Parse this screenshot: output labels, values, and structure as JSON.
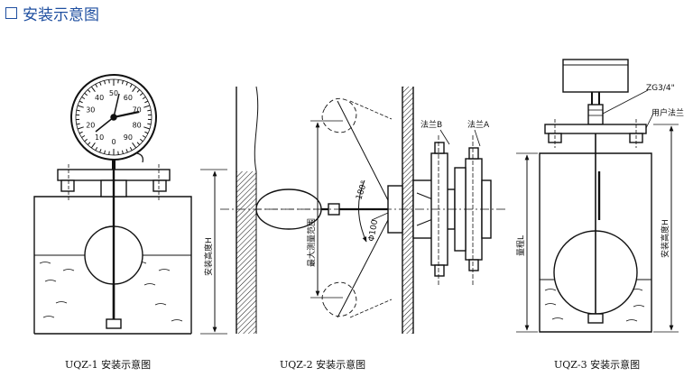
{
  "header": {
    "title": "安装示意图"
  },
  "figure1": {
    "caption": "UQZ-1 安装示意图",
    "height_label": "安装高度H",
    "dial_ticks": [
      "0",
      "10",
      "20",
      "30",
      "40",
      "50",
      "60",
      "70",
      "80",
      "90"
    ]
  },
  "figure2": {
    "caption": "UQZ-2 安装示意图",
    "range_label": "最大测量范围",
    "angle_label": "180°",
    "diameter_label": "Φ100",
    "flange_b_label": "法兰B",
    "flange_a_label": "法兰A"
  },
  "figure3": {
    "caption": "UQZ-3 安装示意图",
    "thread_label": "ZG3/4\"",
    "user_flange_label": "用户法兰",
    "range_label": "量程L",
    "height_label": "安装高度H"
  }
}
